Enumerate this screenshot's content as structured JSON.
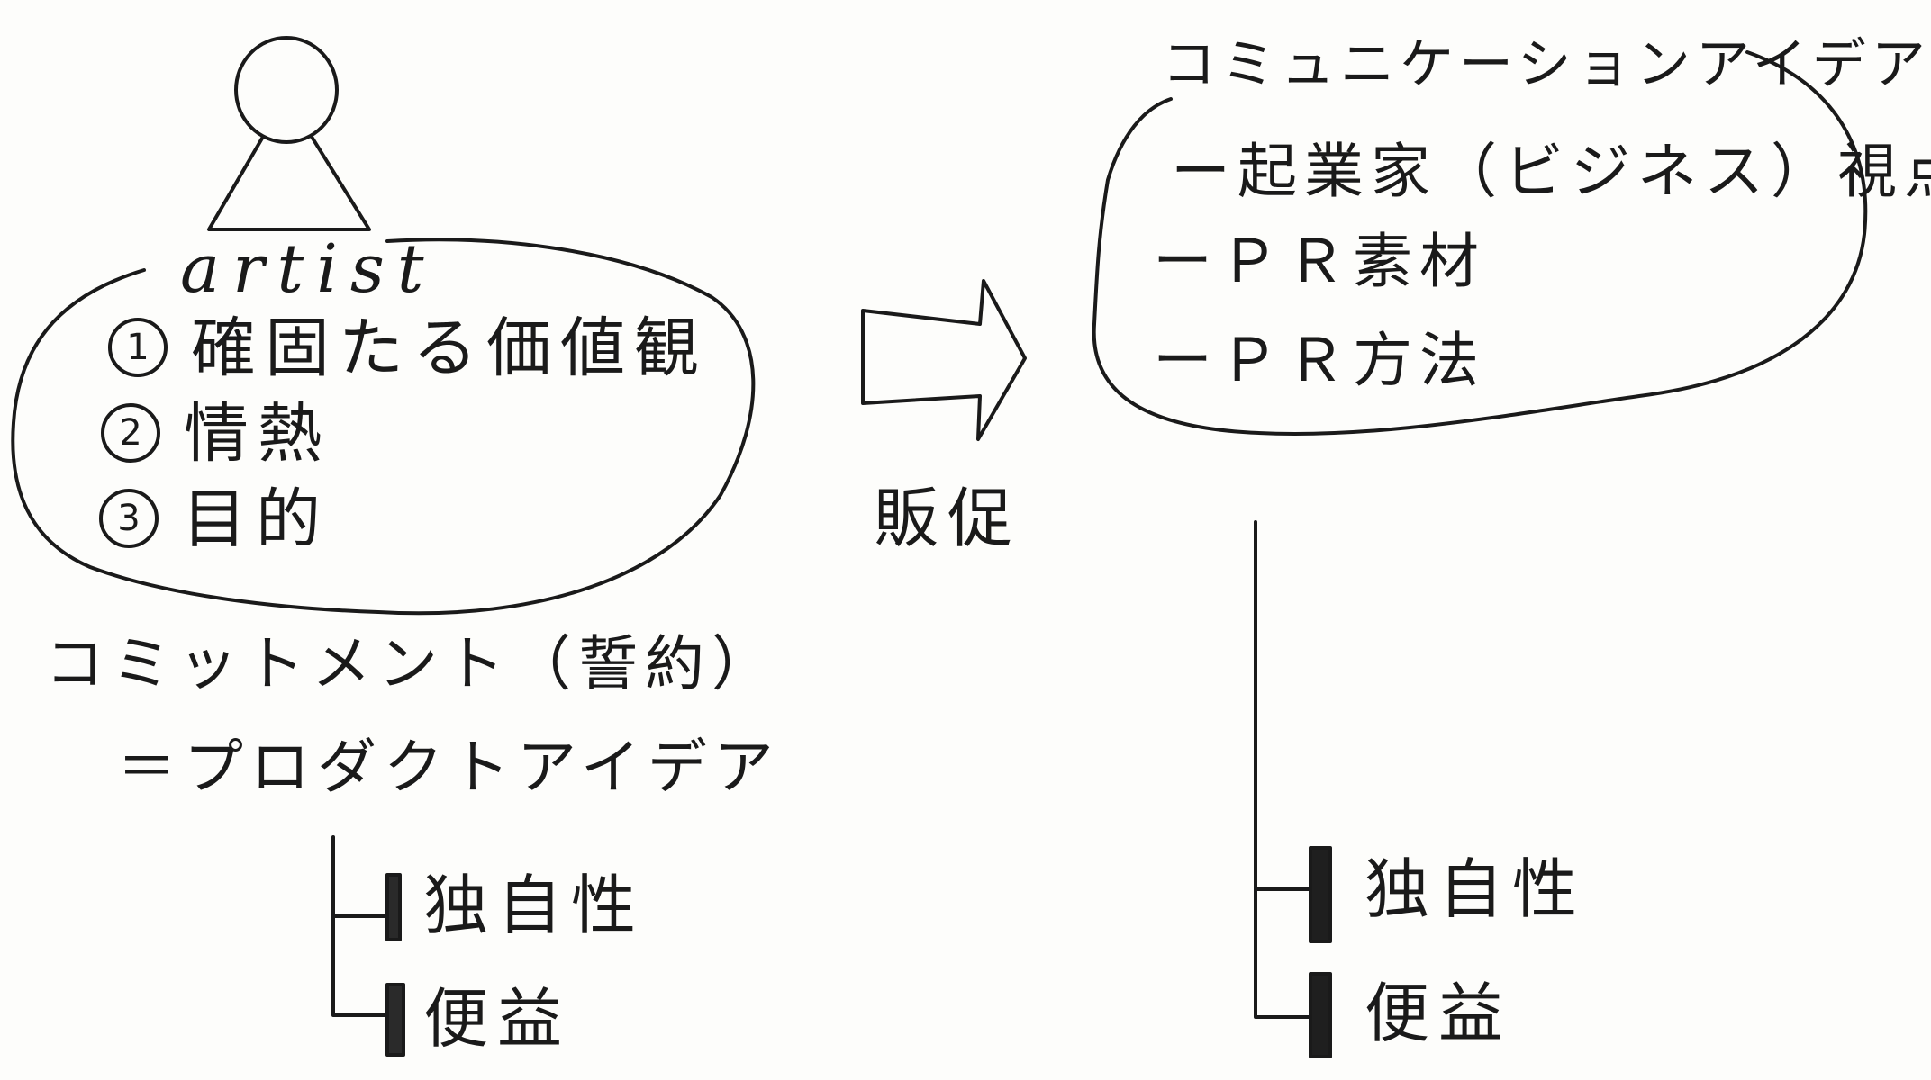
{
  "left": {
    "figure_label": "artist",
    "values": [
      {
        "num": "1",
        "text": "確固たる価値観"
      },
      {
        "num": "2",
        "text": "情熱"
      },
      {
        "num": "3",
        "text": "目的"
      }
    ],
    "commitment": "コミットメント（誓約）",
    "product_idea": "＝プロダクトアイデア",
    "branches": [
      "独自性",
      "便益"
    ]
  },
  "arrow": {
    "label": "販促"
  },
  "right": {
    "title": "コミュニケーションアイデア",
    "points": [
      "ー起業家（ビジネス）視点",
      "ーＰＲ素材",
      "ーＰＲ方法"
    ],
    "branches": [
      "独自性",
      "便益"
    ]
  }
}
